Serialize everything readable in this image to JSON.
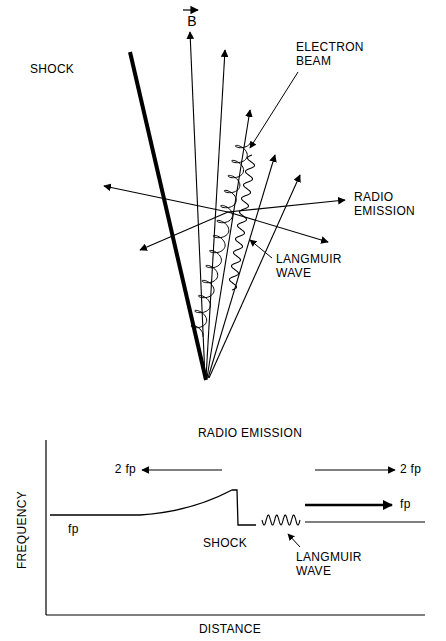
{
  "diagram": {
    "labels": [
      "B",
      "SHOCK",
      "ELECTRON BEAM",
      "RADIO EMISSION",
      "LANGMUIR WAVE",
      "RADIO EMISSION",
      "2 fp",
      "2 fp",
      "fp",
      "fp",
      "SHOCK",
      "LANGMUIR WAVE",
      "FREQUENCY",
      "DISTANCE"
    ]
  }
}
